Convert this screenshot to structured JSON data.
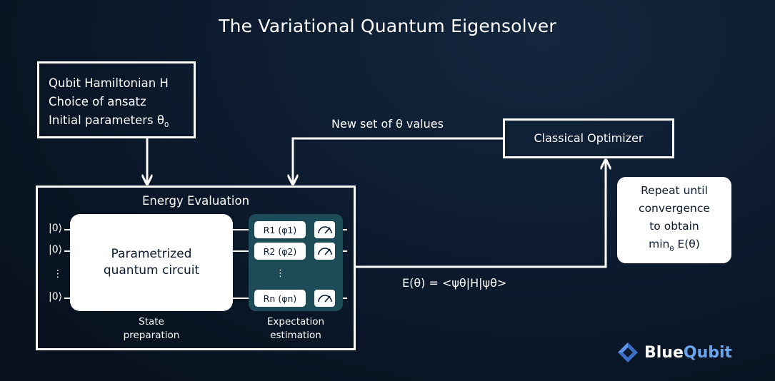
{
  "title": "The Variational Quantum Eigensolver",
  "inputs": {
    "line1": "Qubit Hamiltonian H",
    "line2": "Choice of ansatz",
    "line3": "Initial parameters θ",
    "line3_sub": "0"
  },
  "feedback_label": "New set of θ values",
  "optimizer": "Classical Optimizer",
  "energy_eval": {
    "title": "Energy Evaluation",
    "ket": "|0⟩",
    "dots": "⋮",
    "circuit_line1": "Parametrized",
    "circuit_line2": "quantum circuit",
    "gates": [
      "R1 (φ1)",
      "R2 (φ2)",
      "Rn (φn)"
    ],
    "state_prep_line1": "State",
    "state_prep_line2": "preparation",
    "expect_line1": "Expectation",
    "expect_line2": "estimation"
  },
  "repeat": {
    "line1": "Repeat until",
    "line2": "convergence",
    "line3": "to obtain",
    "line4_pre": "min",
    "line4_sub": "θ",
    "line4_post": " E(θ)"
  },
  "energy_formula": "E(θ) = <ψθ|H|ψθ>",
  "brand": {
    "part1": "Blue",
    "part2": "Qubit",
    "color1": "#ffffff",
    "color2": "#6aa6ee"
  },
  "colors": {
    "background": "#0c1a2d",
    "gate_panel": "#1d4b57",
    "box": "#ffffff"
  },
  "icons": {
    "meter": "measurement-meter-icon",
    "arrow": "arrowhead-icon",
    "logo": "bluequbit-logo-icon"
  }
}
